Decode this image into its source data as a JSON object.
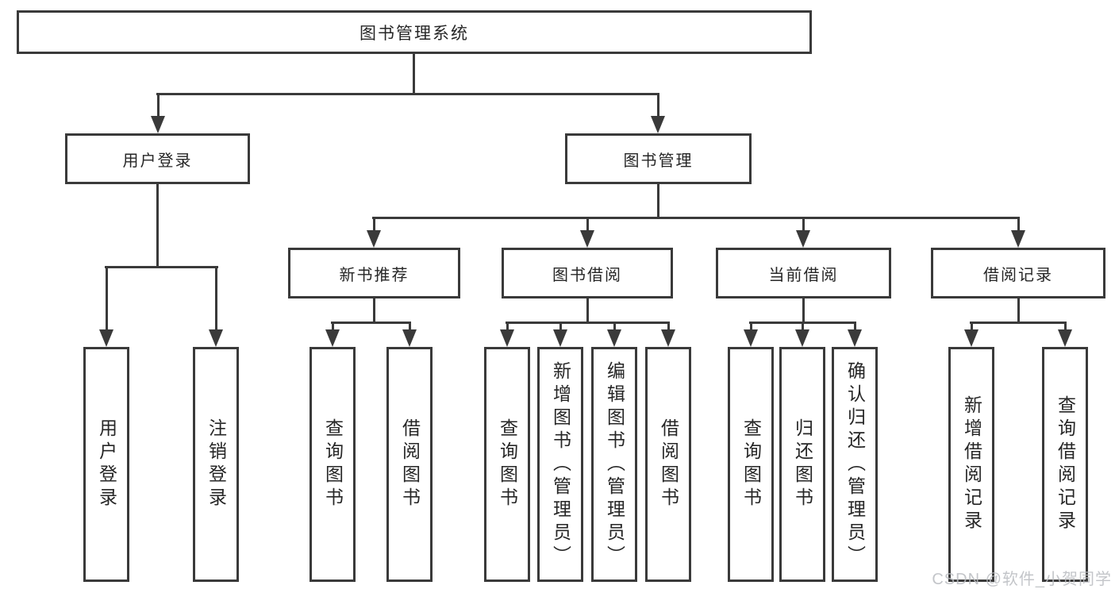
{
  "diagram": {
    "root": "图书管理系统",
    "level2": {
      "login": "用户登录",
      "mgmt": "图书管理"
    },
    "level3": {
      "rec": "新书推荐",
      "borrow": "图书借阅",
      "current": "当前借阅",
      "records": "借阅记录"
    },
    "leaves": {
      "userLogin": "用户登录",
      "logout": "注销登录",
      "queryBooks1": "查询图书",
      "borrowBooks1": "借阅图书",
      "queryBooks2": "查询图书",
      "addBooks": "新增图书（管理员）",
      "editBooks": "编辑图书（管理员）",
      "borrowBooks2": "借阅图书",
      "queryBooks3": "查询图书",
      "returnBooks": "归还图书",
      "confirmReturn": "确认归还（管理员）",
      "addRecord": "新增借阅记录",
      "queryRecord": "查询借阅记录"
    },
    "colors": {
      "line": "#3a3a3a",
      "text": "#262626",
      "background": "#ffffff",
      "watermark": "#b9bcc0"
    },
    "watermark": "CSDN @软件_小贺同学"
  }
}
